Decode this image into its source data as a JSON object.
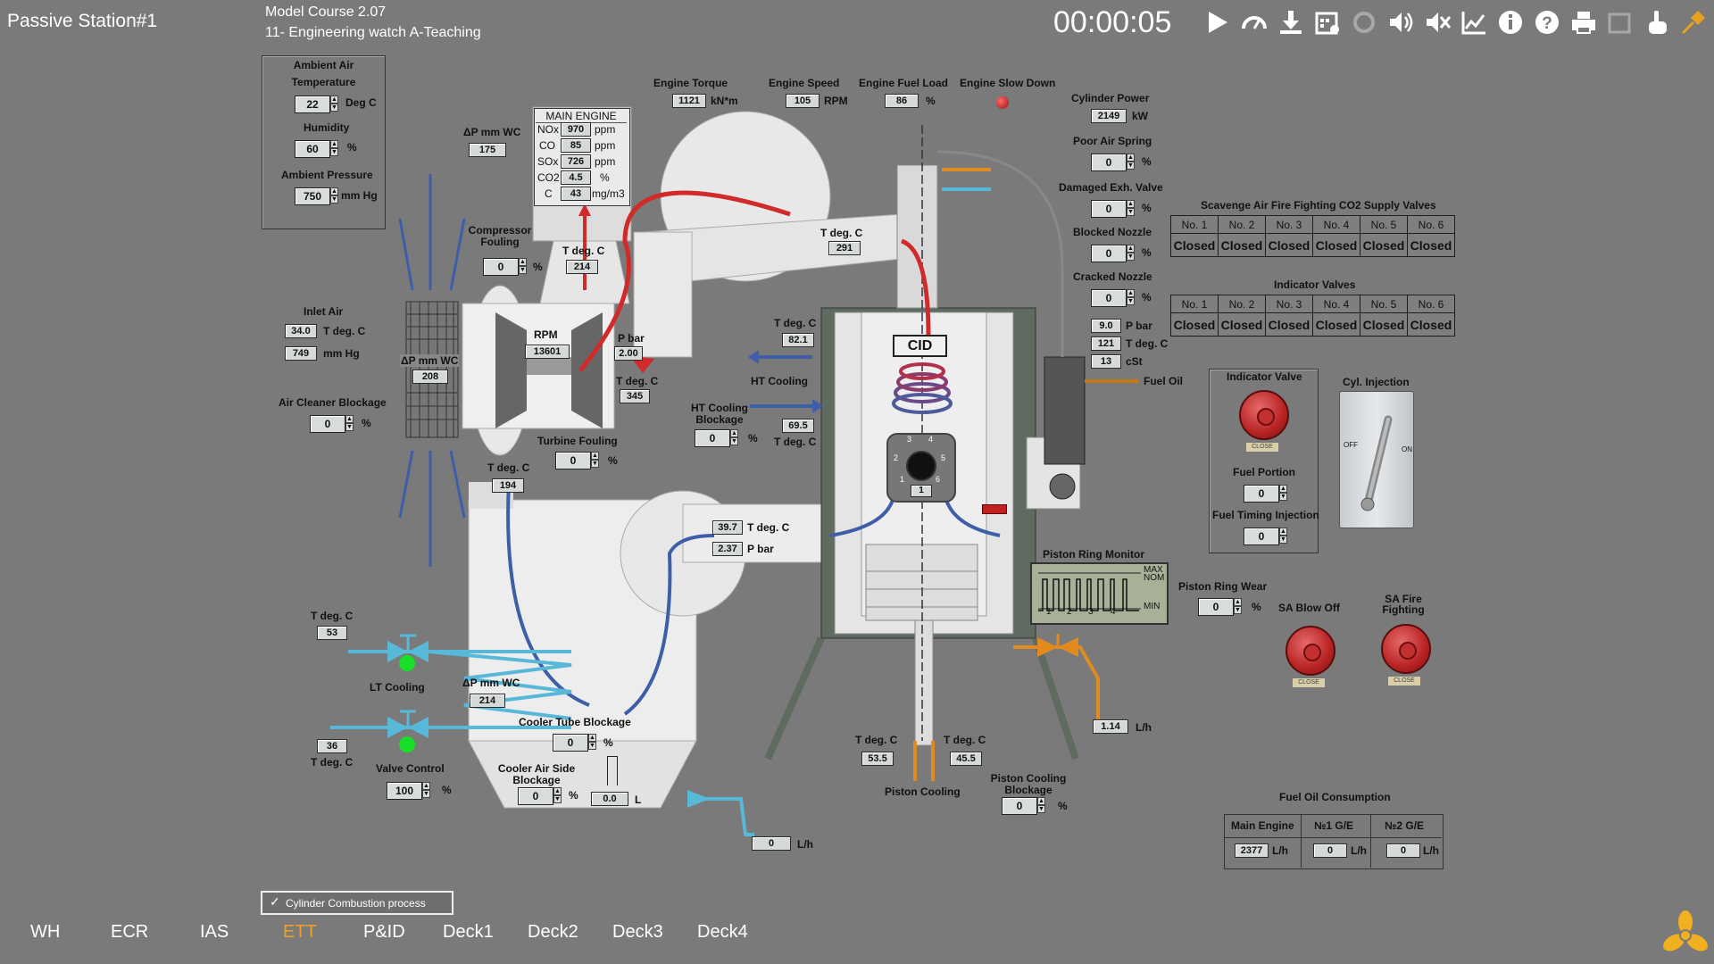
{
  "header": {
    "station": "Passive  Station#1",
    "model": "Model Course 2.07",
    "exercise": "11- Engineering watch A-Teaching",
    "timer": "00:00:05"
  },
  "toolbar_icons": [
    "play-icon",
    "speed-icon",
    "download-icon",
    "calendar-icon",
    "tools-icon",
    "volume-icon",
    "mute-icon",
    "chart-icon",
    "info-icon",
    "help-icon",
    "print-icon",
    "window-icon",
    "hand-icon",
    "pin-icon"
  ],
  "ambient": {
    "title": "Ambient Air Temperature",
    "temp": "22",
    "temp_unit": "Deg C",
    "humidity_label": "Humidity",
    "humidity": "60",
    "humidity_unit": "%",
    "pressure_label": "Ambient Pressure",
    "pressure": "750",
    "pressure_unit": "mm Hg"
  },
  "dp_top": {
    "label": "ΔP mm WC",
    "value": "175"
  },
  "main_engine_emissions": {
    "title": "MAIN ENGINE",
    "rows": [
      {
        "gas": "NOx",
        "value": "970",
        "unit": "ppm"
      },
      {
        "gas": "CO",
        "value": "85",
        "unit": "ppm"
      },
      {
        "gas": "SOx",
        "value": "726",
        "unit": "ppm"
      },
      {
        "gas": "CO2",
        "value": "4.5",
        "unit": "%"
      },
      {
        "gas": "C",
        "value": "43",
        "unit": "mg/m3"
      }
    ]
  },
  "engine": {
    "torque_label": "Engine Torque",
    "torque": "1121",
    "torque_unit": "kN*m",
    "speed_label": "Engine Speed",
    "speed": "105",
    "speed_unit": "RPM",
    "fuel_load_label": "Engine Fuel Load",
    "fuel_load": "86",
    "fuel_load_unit": "%",
    "slowdown_label": "Engine Slow Down"
  },
  "cyl": {
    "power_label": "Cylinder Power",
    "power": "2149",
    "power_unit": "kW",
    "poor_air_label": "Poor Air Spring",
    "poor_air": "0",
    "exh_valve_label": "Damaged Exh. Valve",
    "exh_valve": "0",
    "blocked_label": "Blocked Nozzle",
    "blocked": "0",
    "cracked_label": "Cracked Nozzle",
    "cracked": "0",
    "pct": "%"
  },
  "fuel_oil": {
    "p": "9.0",
    "p_unit": "P bar",
    "t": "121",
    "t_unit": "T deg. C",
    "visc": "13",
    "visc_unit": "cSt",
    "label": "Fuel Oil"
  },
  "scav_valves": {
    "title": "Scavenge Air Fire Fighting CO2 Supply Valves",
    "headers": [
      "No. 1",
      "No. 2",
      "No. 3",
      "No. 4",
      "No. 5",
      "No. 6"
    ],
    "states": [
      "Closed",
      "Closed",
      "Closed",
      "Closed",
      "Closed",
      "Closed"
    ]
  },
  "indicator_valves": {
    "title": "Indicator Valves",
    "headers": [
      "No. 1",
      "No. 2",
      "No. 3",
      "No. 4",
      "No. 5",
      "No. 6"
    ],
    "states": [
      "Closed",
      "Closed",
      "Closed",
      "Closed",
      "Closed",
      "Closed"
    ]
  },
  "compressor": {
    "label": "Compressor Fouling",
    "value": "0",
    "unit": "%"
  },
  "t_comp_out": {
    "label": "T deg. C",
    "value": "214"
  },
  "t_exh": {
    "label": "T deg. C",
    "value": "291"
  },
  "inlet_air": {
    "label": "Inlet Air",
    "t": "34.0",
    "t_unit": "T deg. C",
    "p": "749",
    "p_unit": "mm Hg"
  },
  "filter_dp": {
    "label": "ΔP mm WC",
    "value": "208"
  },
  "turbo": {
    "rpm_label": "RPM",
    "rpm": "13601",
    "p_label": "P bar",
    "p": "2.00",
    "t_label": "T deg. C",
    "t": "345"
  },
  "air_cleaner": {
    "label": "Air Cleaner Blockage",
    "value": "0",
    "unit": "%"
  },
  "turbine": {
    "label": "Turbine Fouling",
    "value": "0",
    "unit": "%"
  },
  "ht": {
    "t1_label": "T deg. C",
    "t1": "82.1",
    "cool_label": "HT Cooling",
    "block_label": "HT Cooling Blockage",
    "block": "0",
    "unit": "%",
    "t2": "69.5",
    "t2_label": "T deg. C"
  },
  "cid": {
    "label": "CID",
    "cyl": "1",
    "numbers": [
      "1",
      "2",
      "3",
      "4",
      "5",
      "6"
    ]
  },
  "t_cooler_in": {
    "label": "T deg. C",
    "value": "194"
  },
  "scav": {
    "t": "39.7",
    "t_unit": "T deg. C",
    "p": "2.37",
    "p_unit": "P bar"
  },
  "lt": {
    "t_out_label": "T deg. C",
    "t_out": "53",
    "label": "LT Cooling",
    "t_in": "36",
    "t_in_label": "T deg. C",
    "valve_label": "Valve Control",
    "valve": "100",
    "unit": "%"
  },
  "cooler": {
    "dp_label": "ΔP mm WC",
    "dp": "214",
    "tube_label": "Cooler Tube Blockage",
    "tube": "0",
    "air_label": "Cooler Air Side Blockage",
    "air": "0",
    "unit": "%",
    "drain": "0.0",
    "drain_unit": "L",
    "flow": "0",
    "flow_unit": "L/h"
  },
  "piston": {
    "t1_label": "T deg. C",
    "t1": "53.5",
    "t2_label": "T deg. C",
    "t2": "45.5",
    "label": "Piston Cooling",
    "block_label": "Piston Cooling Blockage",
    "block": "0",
    "unit": "%"
  },
  "ring_monitor": {
    "label": "Piston Ring Monitor",
    "max": "MAX",
    "nom": "NOM",
    "min": "MIN",
    "marks": [
      "1",
      "2",
      "3",
      "4"
    ]
  },
  "ring_wear": {
    "label": "Piston Ring Wear",
    "value": "0",
    "unit": "%"
  },
  "cyl_oil": {
    "value": "1.14",
    "unit": "L/h"
  },
  "indicator_panel": {
    "valve_label": "Indicator Valve",
    "close": "CLOSE",
    "fuel_portion_label": "Fuel Portion",
    "fuel_portion": "0",
    "timing_label": "Fuel Timing Injection",
    "timing": "0"
  },
  "cyl_injection": {
    "label": "Cyl. Injection",
    "off": "OFF",
    "on": "ON"
  },
  "sa_blow": {
    "label": "SA Blow Off",
    "close": "CLOSE"
  },
  "sa_fire": {
    "label": "SA Fire Fighting",
    "close": "CLOSE"
  },
  "fuel_consumption": {
    "title": "Fuel Oil Consumption",
    "headers": [
      "Main Engine",
      "№1 G/E",
      "№2 G/E"
    ],
    "values": [
      "2377",
      "0",
      "0"
    ],
    "unit": "L/h"
  },
  "combustion_checkbox": {
    "label": "Cylinder Combustion process",
    "checked": true
  },
  "nav": {
    "tabs": [
      "WH",
      "ECR",
      "IAS",
      "ETT",
      "P&ID",
      "Deck1",
      "Deck2",
      "Deck3",
      "Deck4"
    ],
    "active": "ETT"
  },
  "colors": {
    "background": "#7a7a7a",
    "active_tab": "#f0a020",
    "hot": "#d02a2a",
    "air": "#3e5ea8",
    "water": "#58b8d8",
    "oil": "#e08a20"
  }
}
